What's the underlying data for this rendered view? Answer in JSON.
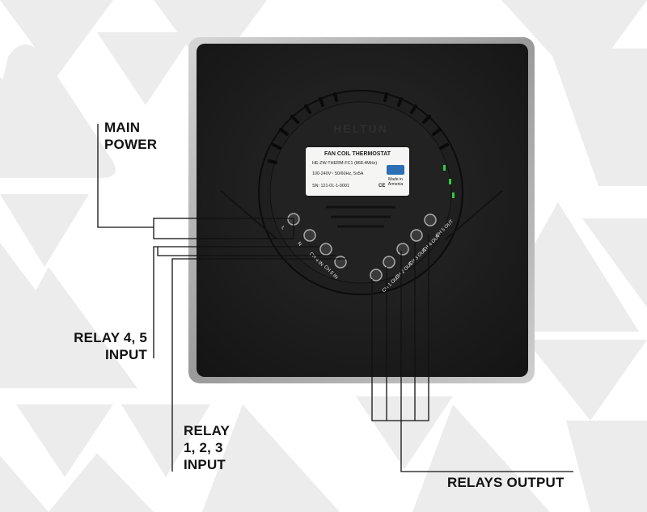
{
  "labels": {
    "main_power": [
      "MAIN",
      "POWER"
    ],
    "relay_45": [
      "RELAY 4, 5",
      "INPUT"
    ],
    "relay_123": [
      "RELAY",
      "1, 2, 3",
      "INPUT"
    ],
    "relays_output": "RELAYS OUTPUT"
  },
  "sticker": {
    "title": "FAN COIL THERMOSTAT",
    "model": "HE-ZW-THERM-FC1 (868.4MHz)",
    "rating": "100-240V~ 50/60Hz, 5x5A",
    "serial": "SN: 121-01-1-0001",
    "made_in": [
      "Made in",
      "Armenia"
    ],
    "ce_mark": "CE"
  },
  "terminals": {
    "left": [
      "L",
      "N",
      "CH 4 IN",
      "CH 5 IN"
    ],
    "right": [
      "CH 1 OUT",
      "CH 2 OUT",
      "CH 3 OUT",
      "CH 4 OUT",
      "CH 5 OUT"
    ]
  },
  "embossed_brand": "HELTUN",
  "colors": {
    "device_body": "#1c1c1c",
    "frame": "#bfbfbf",
    "background_shapes": "#ececec",
    "led_green": "#2ecc40",
    "leader_lines": "#111111"
  }
}
